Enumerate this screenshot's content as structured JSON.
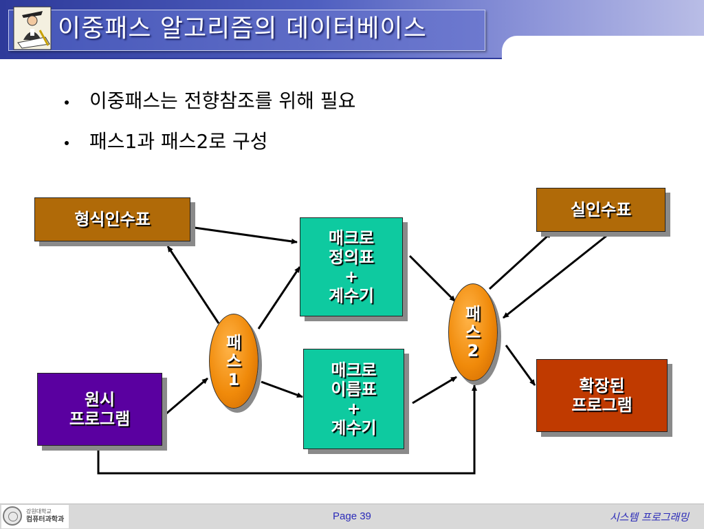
{
  "header": {
    "title": "이중패스 알고리즘의 데이터베이스"
  },
  "bullets": [
    "이중패스는 전향참조를 위해 필요",
    "패스1과 패스2로 구성"
  ],
  "diagram": {
    "formal_param_table": "형식인수표",
    "macro_def_table": "매크로\n정의표\n+\n계수기",
    "macro_name_table": "매크로\n이름표\n+\n계수기",
    "source_program": "원시\n프로그램",
    "pass1": "패\n스\n1",
    "pass2": "패\n스\n2",
    "actual_param_table": "실인수표",
    "expanded_program": "확장된\n프로그램"
  },
  "footer": {
    "logo_small": "강원대학교",
    "logo_big": "컴퓨터과학과",
    "page": "Page 39",
    "course": "시스템 프로그래밍"
  },
  "colors": {
    "header": "#2e3a9a",
    "brown": "#b06a08",
    "teal": "#0ecaa0",
    "purple": "#5a00a0",
    "red": "#c03a00",
    "orange": "#f08a0a"
  }
}
